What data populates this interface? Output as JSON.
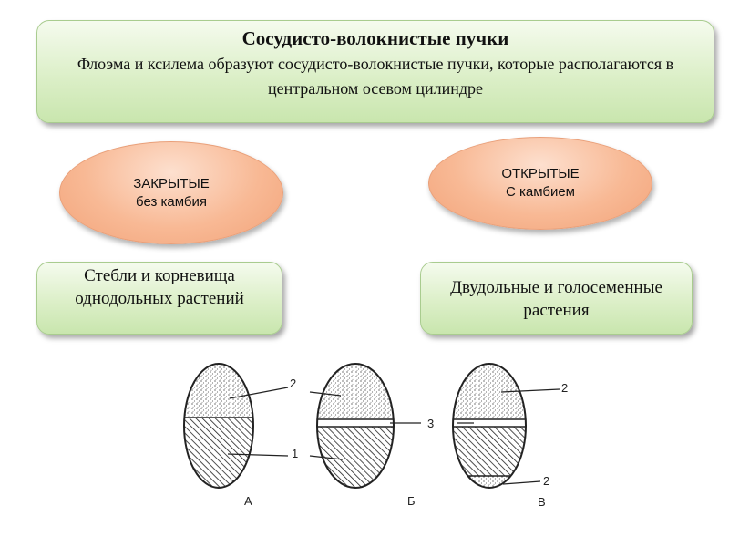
{
  "header": {
    "title": "Сосудисто-волокнистые пучки",
    "description": "Флоэма и ксилема образуют сосудисто-волокнистые пучки, которые располагаются в центральном осевом цилиндре"
  },
  "types": {
    "closed": {
      "line1": "ЗАКРЫТЫЕ",
      "line2": "без камбия",
      "example": "Стебли и корневища однодольных растений"
    },
    "open": {
      "line1": "ОТКРЫТЫЕ",
      "line2": "С камбием",
      "example": "Двудольные и голосеменные растения"
    }
  },
  "figure": {
    "numbers": {
      "n1": "1",
      "n2": "2",
      "n3": "3"
    },
    "letters": {
      "a": "А",
      "b": "Б",
      "v": "В"
    }
  }
}
